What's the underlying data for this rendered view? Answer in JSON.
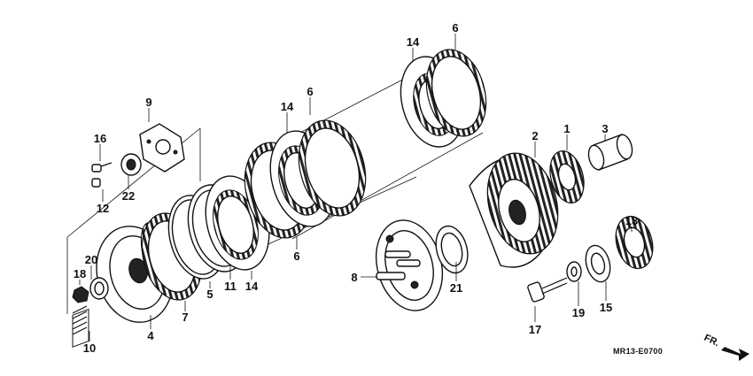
{
  "diagram": {
    "drawing_code": "MR13-E0700",
    "direction_label": "FR.",
    "callouts": {
      "p1": "1",
      "p2": "2",
      "p3": "3",
      "p4": "4",
      "p5": "5",
      "p6a": "6",
      "p6b": "6",
      "p6c": "6",
      "p7": "7",
      "p8": "8",
      "p9": "9",
      "p10": "10",
      "p11": "11",
      "p12": "12",
      "p13": "13",
      "p14a": "14",
      "p14b": "14",
      "p14c": "14",
      "p15": "15",
      "p16": "16",
      "p17": "17",
      "p18": "18",
      "p19": "19",
      "p20": "20",
      "p21": "21",
      "p22": "22"
    }
  }
}
